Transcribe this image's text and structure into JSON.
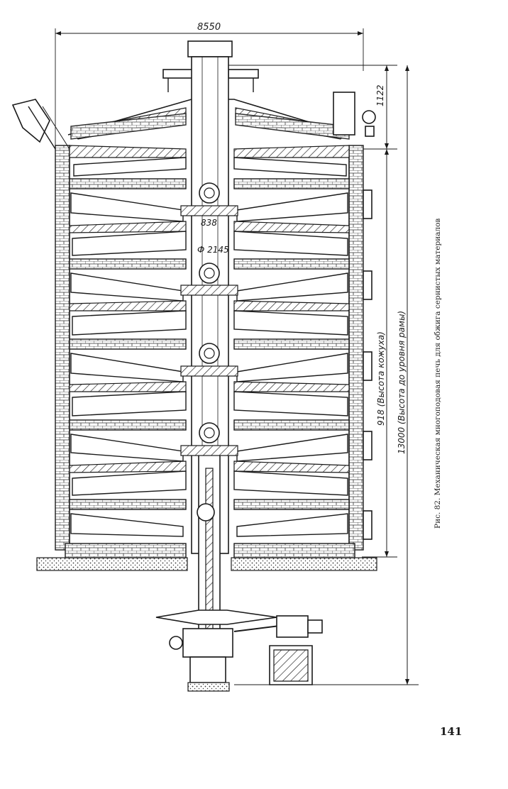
{
  "figure": {
    "dimensions": {
      "width": "8550",
      "top_height": "1122",
      "shell_height": "918 (Высота кожуха)",
      "total_height": "13000 (Высота до уровня рамы)",
      "arm_length": "838",
      "shaft_diameter": "Ф 2145"
    },
    "caption": "Рис. 82. Механическая многоподовая печь для обжига сернистых материалов"
  },
  "page_number": "141"
}
